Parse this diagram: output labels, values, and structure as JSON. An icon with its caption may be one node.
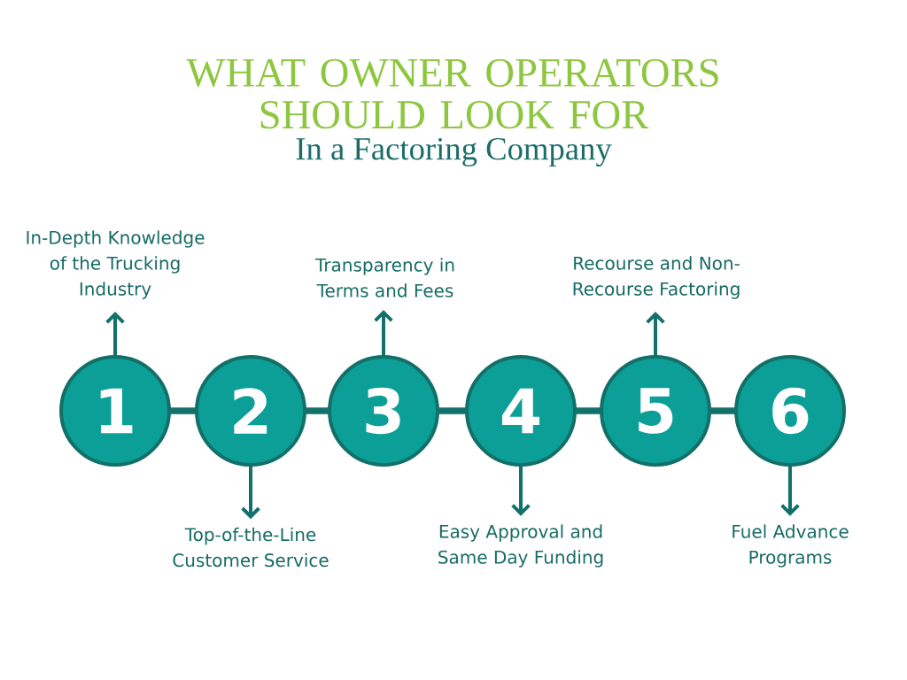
{
  "diagram": {
    "title": "WHAT OWNER OPERATORS SHOULD LOOK FOR",
    "nodes": [
      {
        "text": [
          "1"
        ]
      },
      {
        "text": [
          "2"
        ]
      },
      {
        "text": [
          "3"
        ]
      },
      {
        "text": [
          "4"
        ]
      },
      {
        "text": [
          "5"
        ]
      },
      {
        "text": [
          "6"
        ]
      },
      {
        "text": [
          "In-Depth Knowledge of the Trucking Industry"
        ]
      },
      {
        "text": [
          "Top-of-the-Line Customer Service"
        ]
      },
      {
        "text": [
          "Transparency in Terms and Fees"
        ]
      },
      {
        "text": [
          "Easy Approval and Same Day Funding"
        ]
      },
      {
        "text": [
          "Recourse and Non-Recourse Factoring"
        ]
      },
      {
        "text": [
          "Fuel Advance Programs"
        ]
      }
    ],
    "edges": [
      {
        "from": 0,
        "to": 1,
        "arrow": "none",
        "style": "thick"
      },
      {
        "from": 1,
        "to": 2,
        "arrow": "none",
        "style": "thick"
      },
      {
        "from": 2,
        "to": 3,
        "arrow": "none",
        "style": "thick"
      },
      {
        "from": 3,
        "to": 4,
        "arrow": "none",
        "style": "thick"
      },
      {
        "from": 4,
        "to": 5,
        "arrow": "none",
        "style": "thick"
      },
      {
        "from": 0,
        "to": 6,
        "arrow": "to"
      },
      {
        "from": 1,
        "to": 7,
        "arrow": "to"
      },
      {
        "from": 2,
        "to": 8,
        "arrow": "to"
      },
      {
        "from": 3,
        "to": 9,
        "arrow": "to"
      },
      {
        "from": 4,
        "to": 10,
        "arrow": "to"
      },
      {
        "from": 5,
        "to": 11,
        "arrow": "to"
      }
    ],
    "labels": [
      "In a Factoring Company"
    ]
  }
}
